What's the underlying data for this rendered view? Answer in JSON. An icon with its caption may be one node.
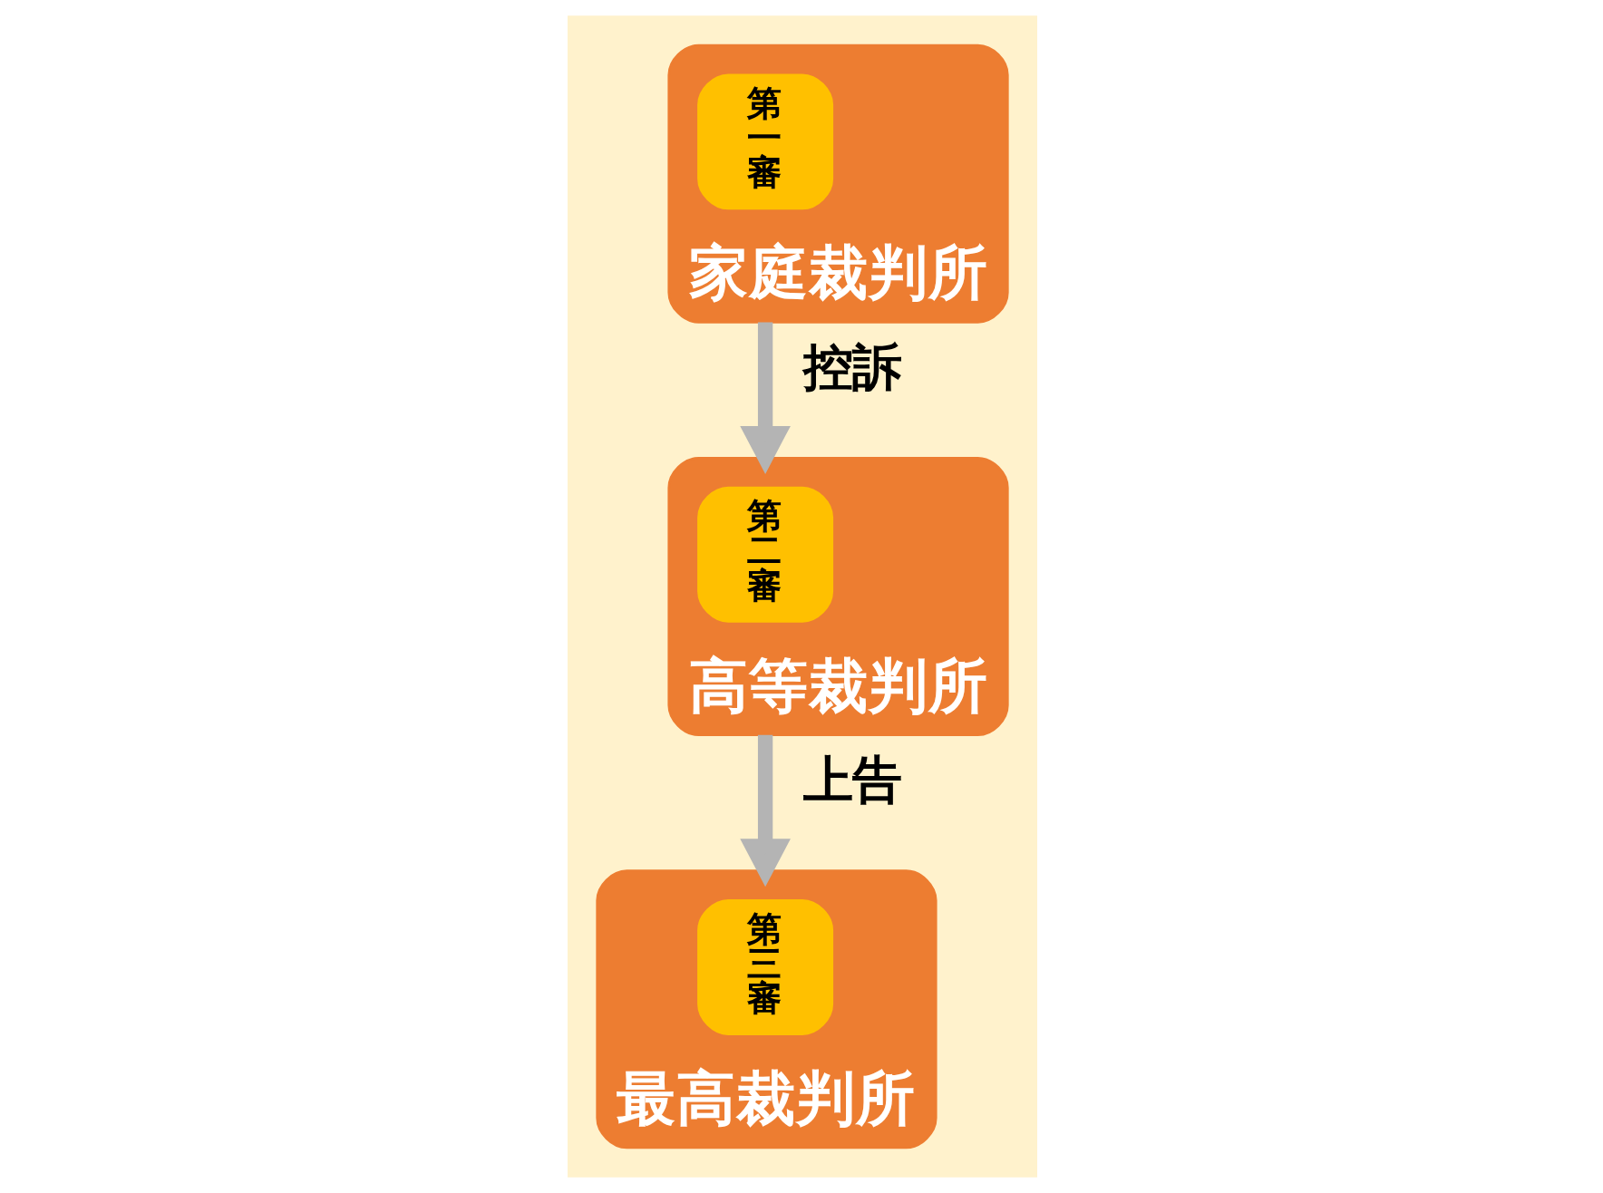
{
  "diagram": {
    "nodes": [
      {
        "text": [
          "家庭裁判所"
        ]
      },
      {
        "text": [
          "第一審"
        ],
        "in": 0
      },
      {
        "text": [
          "高等裁判所"
        ]
      },
      {
        "text": [
          "第二審"
        ],
        "in": 2
      },
      {
        "text": [
          "最高裁判所"
        ]
      },
      {
        "text": [
          "第三審"
        ],
        "in": 4
      }
    ],
    "edges": [
      {
        "from": 0,
        "to": 2,
        "arrow": "to",
        "label": "控訴"
      },
      {
        "from": 2,
        "to": 4,
        "arrow": "to",
        "label": "上告"
      }
    ]
  }
}
